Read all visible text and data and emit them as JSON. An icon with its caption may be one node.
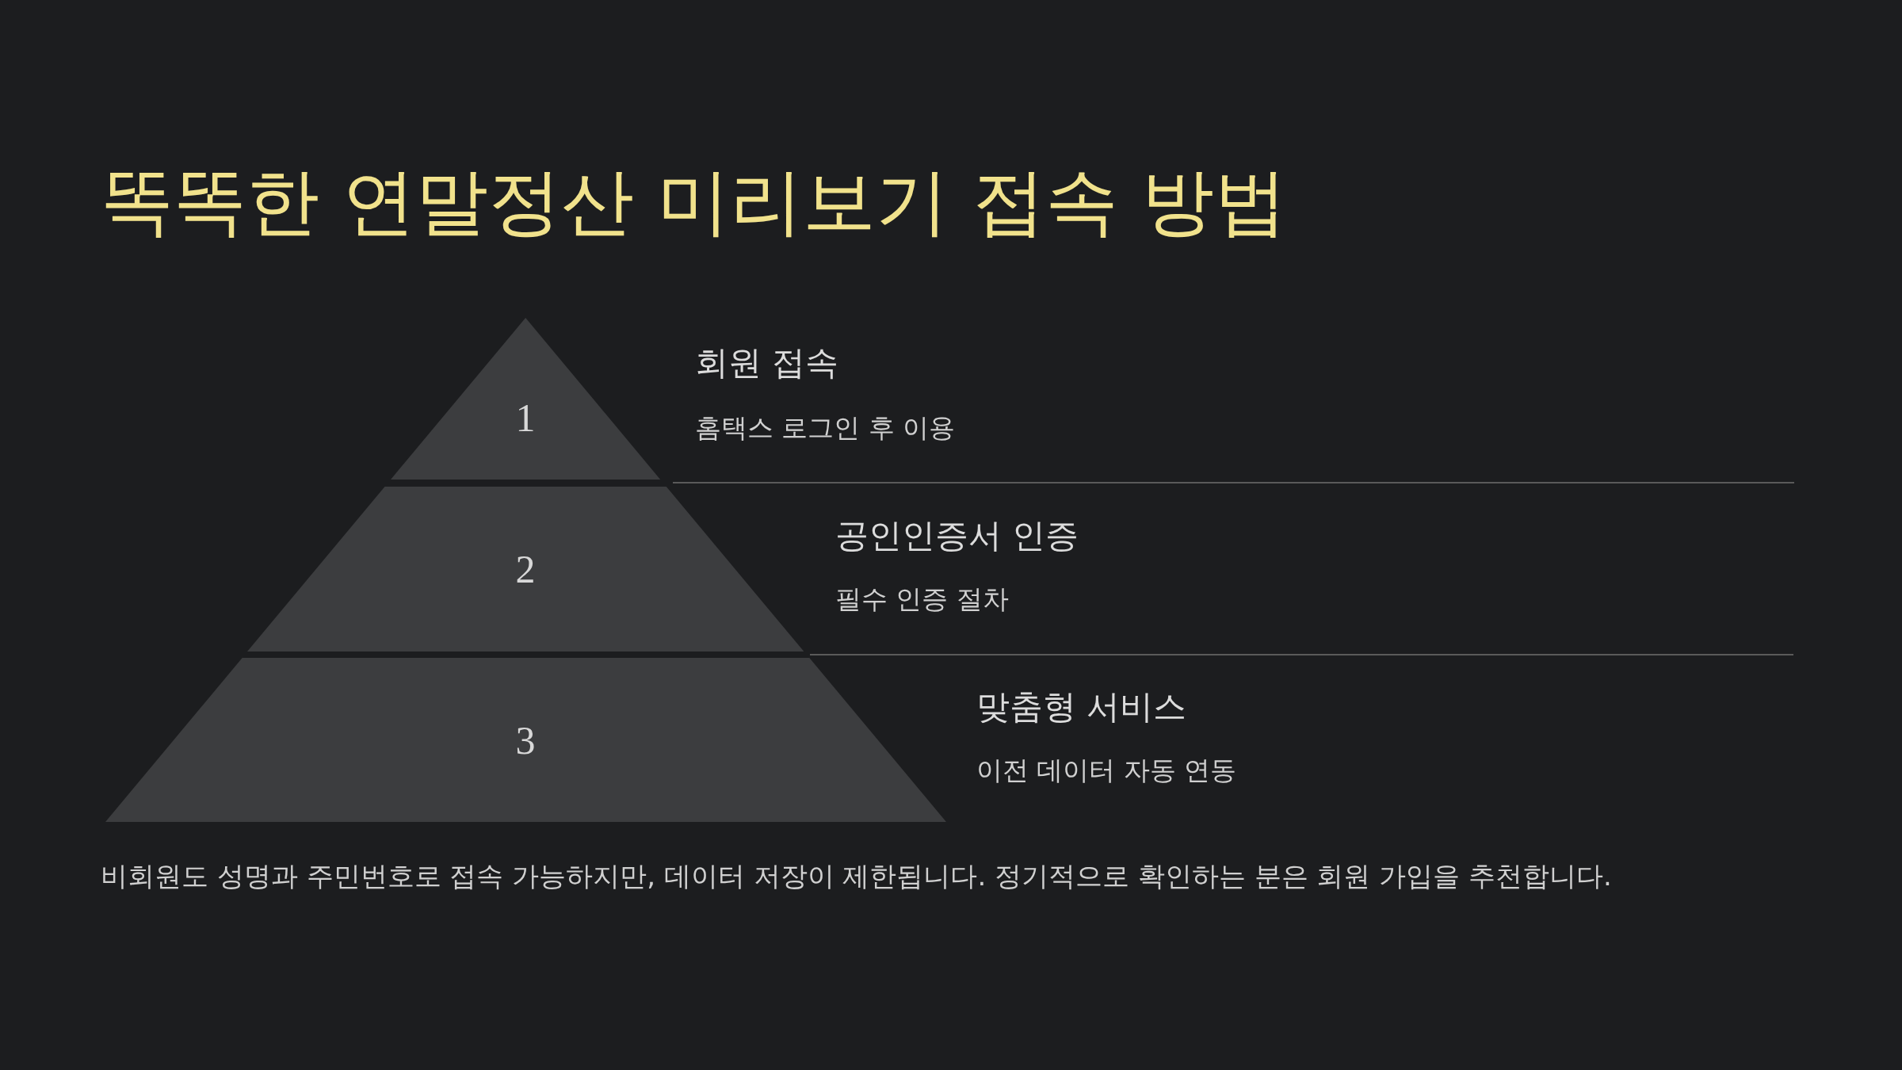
{
  "diagram": {
    "title": "똑똑한 연말정산 미리보기 접속 방법",
    "nodes": [
      {
        "text": [
          "1"
        ],
        "beside": [
          "회원 접속",
          "홈택스 로그인 후 이용"
        ]
      },
      {
        "text": [
          "2"
        ],
        "beside": [
          "공인인증서 인증",
          "필수 인증 절차"
        ]
      },
      {
        "text": [
          "3"
        ],
        "beside": [
          "맞춤형 서비스",
          "이전 데이터 자동 연동"
        ]
      }
    ],
    "labels": [
      "비회원도 성명과 주민번호로 접속 가능하지만, 데이터 저장이 제한됩니다. 정기적으로 확인하는 분은 회원 가입을 추천합니다."
    ]
  }
}
